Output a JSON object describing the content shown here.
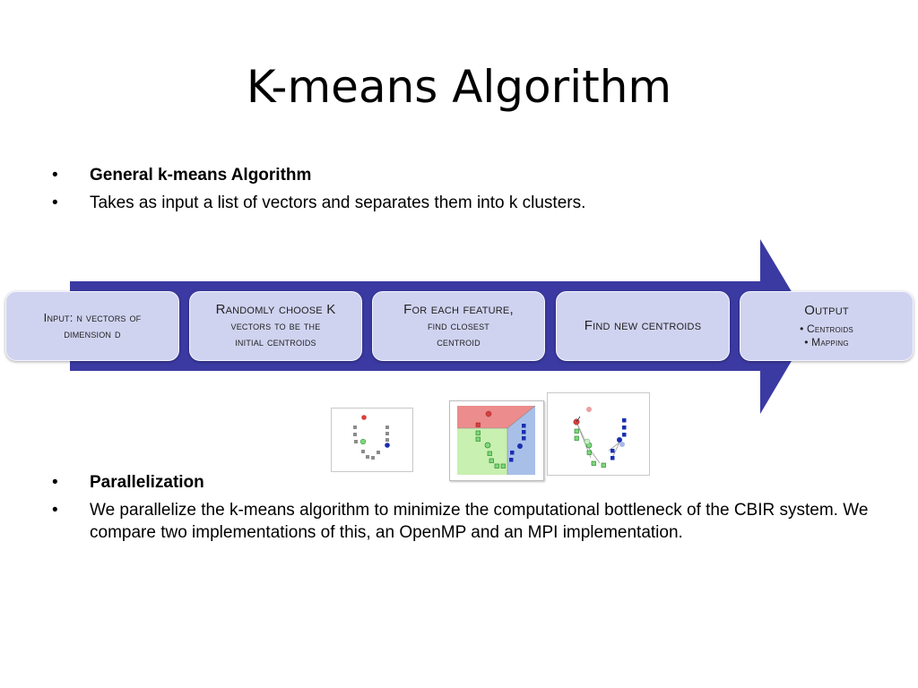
{
  "slide": {
    "title": "K-means Algorithm",
    "bullets_top": [
      {
        "marker": "•",
        "text": "General k-means Algorithm",
        "bold": true
      },
      {
        "marker": "•",
        "text": "Takes as input a list of vectors and separates them into k clusters.",
        "bold": false
      }
    ],
    "bullets_bottom": [
      {
        "marker": "•",
        "text": "Parallelization",
        "bold": true
      },
      {
        "marker": "•",
        "text": "We parallelize the k-means algorithm to minimize the computational bottleneck of the CBIR system. We compare two implementations of this, an OpenMP and an MPI implementation.",
        "bold": false
      }
    ]
  },
  "process": {
    "steps": [
      {
        "lines": [
          "Input: n vectors of",
          "dimension d"
        ]
      },
      {
        "lines": [
          "Randomly choose K",
          "vectors to be the",
          "initial centroids"
        ]
      },
      {
        "lines": [
          "For each feature,",
          "find closest",
          "centroid"
        ]
      },
      {
        "lines": [
          "Find new centroids"
        ]
      }
    ],
    "output": {
      "title": "Output",
      "items": [
        "• Centroids",
        "• Mapping"
      ]
    },
    "colors": {
      "arrow": "#3b3aa2",
      "box_fill": "#d0d3f0"
    }
  },
  "illustrations": {
    "icons": [
      "cluster-points-initial",
      "cluster-assignment-regions",
      "cluster-centroid-update"
    ],
    "colors": {
      "red": "#d84040",
      "green": "#5cc05c",
      "blue": "#1a2fb0",
      "gray": "#8c8c8c",
      "region_red": "#ec8c8c",
      "region_green": "#c8f0b0",
      "region_blue": "#a8c0e8"
    }
  }
}
